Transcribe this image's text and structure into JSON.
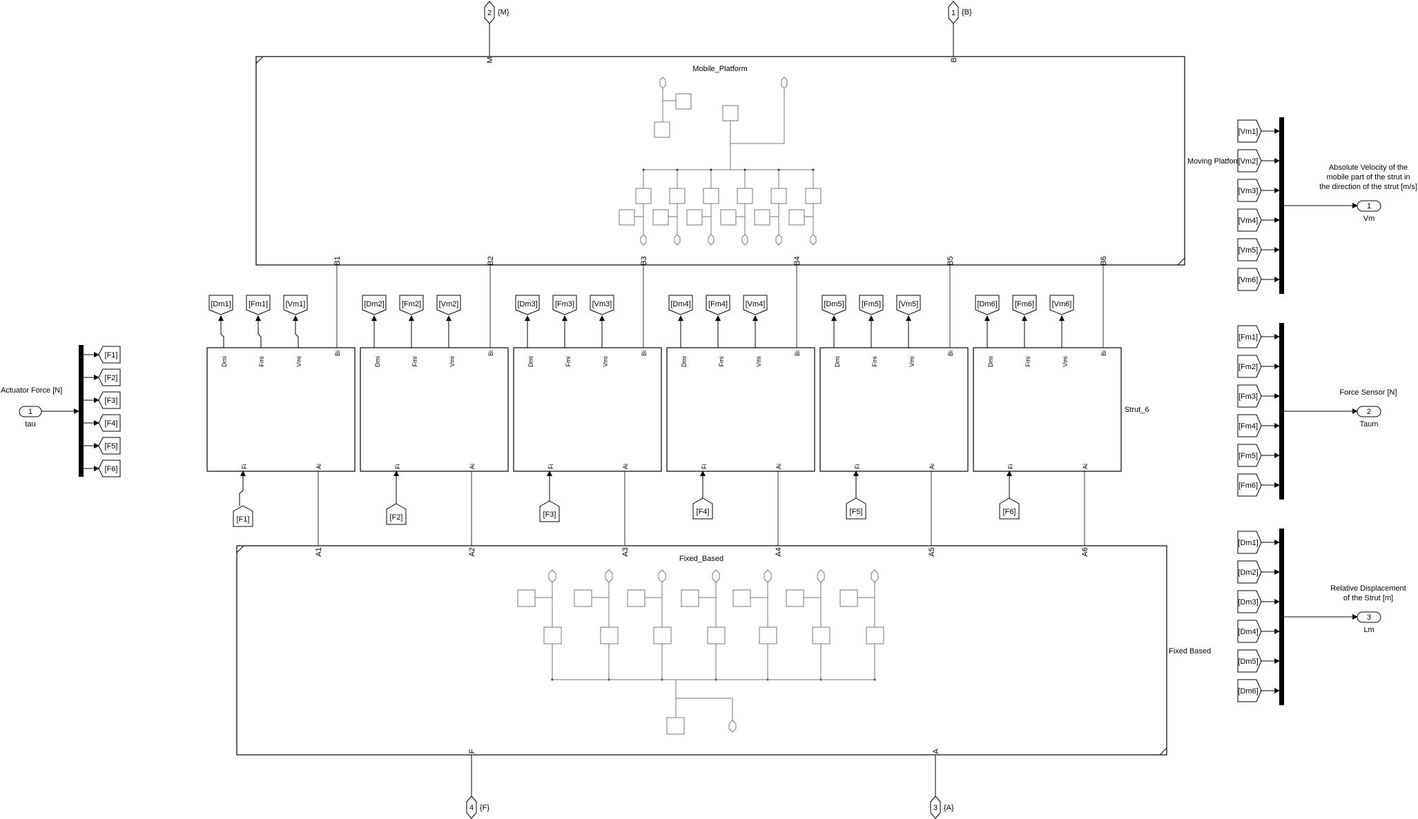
{
  "top_ports": [
    {
      "num": "2",
      "label": "{M}",
      "port": "M"
    },
    {
      "num": "1",
      "label": "{B}",
      "port": "B"
    }
  ],
  "bottom_ports": [
    {
      "num": "4",
      "label": "{F}",
      "port": "F"
    },
    {
      "num": "3",
      "label": "{A}",
      "port": "A"
    }
  ],
  "mobile_platform": {
    "title": "Mobile_Platform",
    "side_label": "Moving Platform",
    "bottom_ports": [
      "B1",
      "B2",
      "B3",
      "B4",
      "B5",
      "B6"
    ]
  },
  "fixed_base": {
    "title": "Fixed_Based",
    "side_label": "Fixed Based",
    "top_ports": [
      "A1",
      "A2",
      "A3",
      "A4",
      "A5",
      "A6"
    ]
  },
  "struts": {
    "port_labels": {
      "dm": "Dmi",
      "fm": "Fmi",
      "vm": "Vmi",
      "bi": "Bi",
      "fi": "Fi",
      "ai": "Ai"
    },
    "last_label": "Strut_6",
    "items": [
      {
        "dm": "[Dm1]",
        "fm": "[Fm1]",
        "vm": "[Vm1]",
        "f": "[F1]"
      },
      {
        "dm": "[Dm2]",
        "fm": "[Fm2]",
        "vm": "[Vm2]",
        "f": "[F2]"
      },
      {
        "dm": "[Dm3]",
        "fm": "[Fm3]",
        "vm": "[Vm3]",
        "f": "[F3]"
      },
      {
        "dm": "[Dm4]",
        "fm": "[Fm4]",
        "vm": "[Vm4]",
        "f": "[F4]"
      },
      {
        "dm": "[Dm5]",
        "fm": "[Fm5]",
        "vm": "[Vm5]",
        "f": "[F5]"
      },
      {
        "dm": "[Dm6]",
        "fm": "[Fm6]",
        "vm": "[Vm6]",
        "f": "[F6]"
      }
    ]
  },
  "input": {
    "title": "Actuator Force [N]",
    "port_num": "1",
    "port_name": "tau",
    "demux_tags": [
      "[F1]",
      "[F2]",
      "[F3]",
      "[F4]",
      "[F5]",
      "[F6]"
    ]
  },
  "outputs": [
    {
      "title_lines": [
        "Absolute Velocity of the",
        "mobile part of the strut in",
        "the direction of the strut [m/s]"
      ],
      "port_num": "1",
      "port_name": "Vm",
      "tags": [
        "[Vm1]",
        "[Vm2]",
        "[Vm3]",
        "[Vm4]",
        "[Vm5]",
        "[Vm6]"
      ]
    },
    {
      "title_lines": [
        "Force Sensor [N]"
      ],
      "port_num": "2",
      "port_name": "Taum",
      "tags": [
        "[Fm1]",
        "[Fm2]",
        "[Fm3]",
        "[Fm4]",
        "[Fm5]",
        "[Fm6]"
      ]
    },
    {
      "title_lines": [
        "Relative Displacement",
        "of the Strut [m]"
      ],
      "port_num": "3",
      "port_name": "Lm",
      "tags": [
        "[Dm1]",
        "[Dm2]",
        "[Dm3]",
        "[Dm4]",
        "[Dm5]",
        "[Dm6]"
      ]
    }
  ]
}
